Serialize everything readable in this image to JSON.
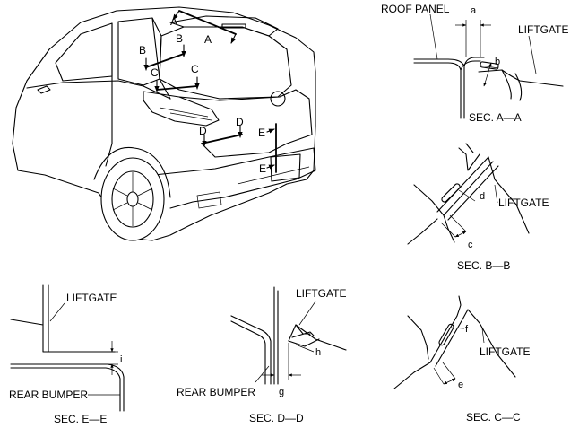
{
  "car_view": {
    "cut_labels": [
      "A",
      "A",
      "B",
      "B",
      "C",
      "C",
      "D",
      "D",
      "E",
      "E"
    ]
  },
  "sections": {
    "a": {
      "title": "SEC. A—A",
      "roof_label": "ROOF PANEL",
      "liftgate_label": "LIFTGATE",
      "dim_a": "a",
      "dim_b": "b"
    },
    "b": {
      "title": "SEC. B—B",
      "liftgate_label": "LIFTGATE",
      "dim_c": "c",
      "dim_d": "d"
    },
    "c": {
      "title": "SEC. C—C",
      "liftgate_label": "LIFTGATE",
      "dim_e": "e",
      "dim_f": "f"
    },
    "d": {
      "title": "SEC. D—D",
      "liftgate_label": "LIFTGATE",
      "bumper_label": "REAR BUMPER",
      "dim_g": "g",
      "dim_h": "h"
    },
    "e": {
      "title": "SEC. E—E",
      "liftgate_label": "LIFTGATE",
      "bumper_label": "REAR BUMPER",
      "dim_i": "i"
    }
  }
}
